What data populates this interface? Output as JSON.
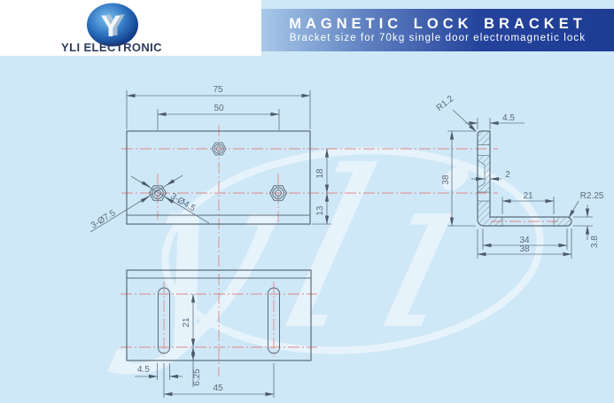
{
  "header": {
    "company": "YLI ELECTRONIC",
    "logo_mark": "Y",
    "title": "MAGNETIC LOCK BRACKET",
    "subtitle": "Bracket size for 70kg single door electromagnetic lock"
  },
  "colors": {
    "background": "#cfe8f7",
    "title_bar_dark": "#1e3c92",
    "title_bar_light": "#a7c9e9",
    "line_gray": "#5a6b78",
    "centerline_red": "#dd8888",
    "watermark_white": "#ffffff"
  },
  "watermark": {
    "text": "yli"
  },
  "dims": {
    "front_width": "75",
    "front_hole_spacing": "50",
    "front_upper": "18",
    "front_lower": "13",
    "front_label_large": "3-Ø7.5",
    "front_label_small": "3-Ø4.5",
    "bottom_slot_span": "21",
    "bottom_slot_width": "4.5",
    "bottom_edge_offset": "6.25",
    "bottom_slot_spacing": "45",
    "side_radius_top": "R1.2",
    "side_flange_thickness": "4.5",
    "side_height": "38",
    "side_web": "2",
    "side_slot_length": "21",
    "side_radius_base": "R2.25",
    "side_base_inner": "34",
    "side_base_width": "38",
    "side_base_thickness": "3.8"
  }
}
